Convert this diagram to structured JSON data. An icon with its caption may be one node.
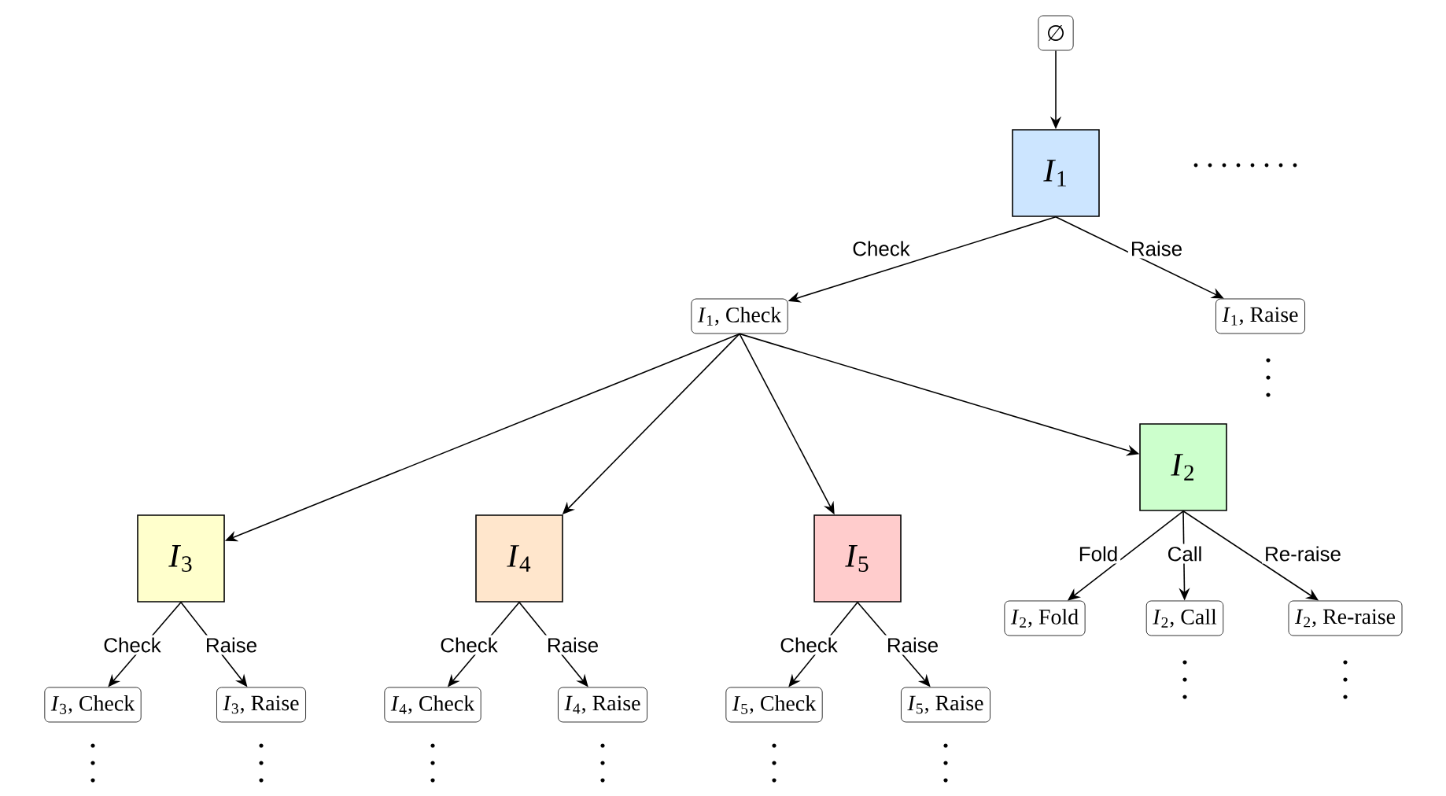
{
  "diagram": {
    "nodes": [
      {
        "text": [
          "∅"
        ]
      },
      {
        "text": [
          "*I*$_{1}$"
        ]
      },
      {
        "text": [
          "*I*$_{1}$, Check"
        ]
      },
      {
        "text": [
          "*I*$_{1}$, Raise"
        ]
      },
      {
        "text": [
          "*I*$_{3}$"
        ]
      },
      {
        "text": [
          "*I*$_{4}$"
        ]
      },
      {
        "text": [
          "*I*$_{5}$"
        ]
      },
      {
        "text": [
          "*I*$_{2}$"
        ]
      },
      {
        "text": [
          "*I*$_{3}$, Check"
        ]
      },
      {
        "text": [
          "*I*$_{3}$, Raise"
        ]
      },
      {
        "text": [
          "*I*$_{4}$, Check"
        ]
      },
      {
        "text": [
          "*I*$_{4}$, Raise"
        ]
      },
      {
        "text": [
          "*I*$_{5}$, Check"
        ]
      },
      {
        "text": [
          "*I*$_{5}$, Raise"
        ]
      },
      {
        "text": [
          "*I*$_{2}$, Fold"
        ]
      },
      {
        "text": [
          "*I*$_{2}$, Call"
        ]
      },
      {
        "text": [
          "*I*$_{2}$, Re-raise"
        ]
      }
    ],
    "edges": [
      {
        "from": 0,
        "to": 1,
        "arrow": "to"
      },
      {
        "from": 1,
        "to": 2,
        "arrow": "to",
        "label": "Check"
      },
      {
        "from": 1,
        "to": 3,
        "arrow": "to",
        "label": "Raise"
      },
      {
        "from": 2,
        "to": 4,
        "arrow": "to"
      },
      {
        "from": 2,
        "to": 5,
        "arrow": "to"
      },
      {
        "from": 2,
        "to": 6,
        "arrow": "to"
      },
      {
        "from": 2,
        "to": 7,
        "arrow": "to"
      },
      {
        "from": 4,
        "to": 8,
        "arrow": "to",
        "label": "Check"
      },
      {
        "from": 4,
        "to": 9,
        "arrow": "to",
        "label": "Raise"
      },
      {
        "from": 5,
        "to": 10,
        "arrow": "to",
        "label": "Check"
      },
      {
        "from": 5,
        "to": 11,
        "arrow": "to",
        "label": "Raise"
      },
      {
        "from": 6,
        "to": 12,
        "arrow": "to",
        "label": "Check"
      },
      {
        "from": 6,
        "to": 13,
        "arrow": "to",
        "label": "Raise"
      },
      {
        "from": 7,
        "to": 14,
        "arrow": "to",
        "label": "Fold"
      },
      {
        "from": 7,
        "to": 15,
        "arrow": "to",
        "label": "Call"
      },
      {
        "from": 7,
        "to": 16,
        "arrow": "to",
        "label": "Re-raise"
      }
    ]
  }
}
